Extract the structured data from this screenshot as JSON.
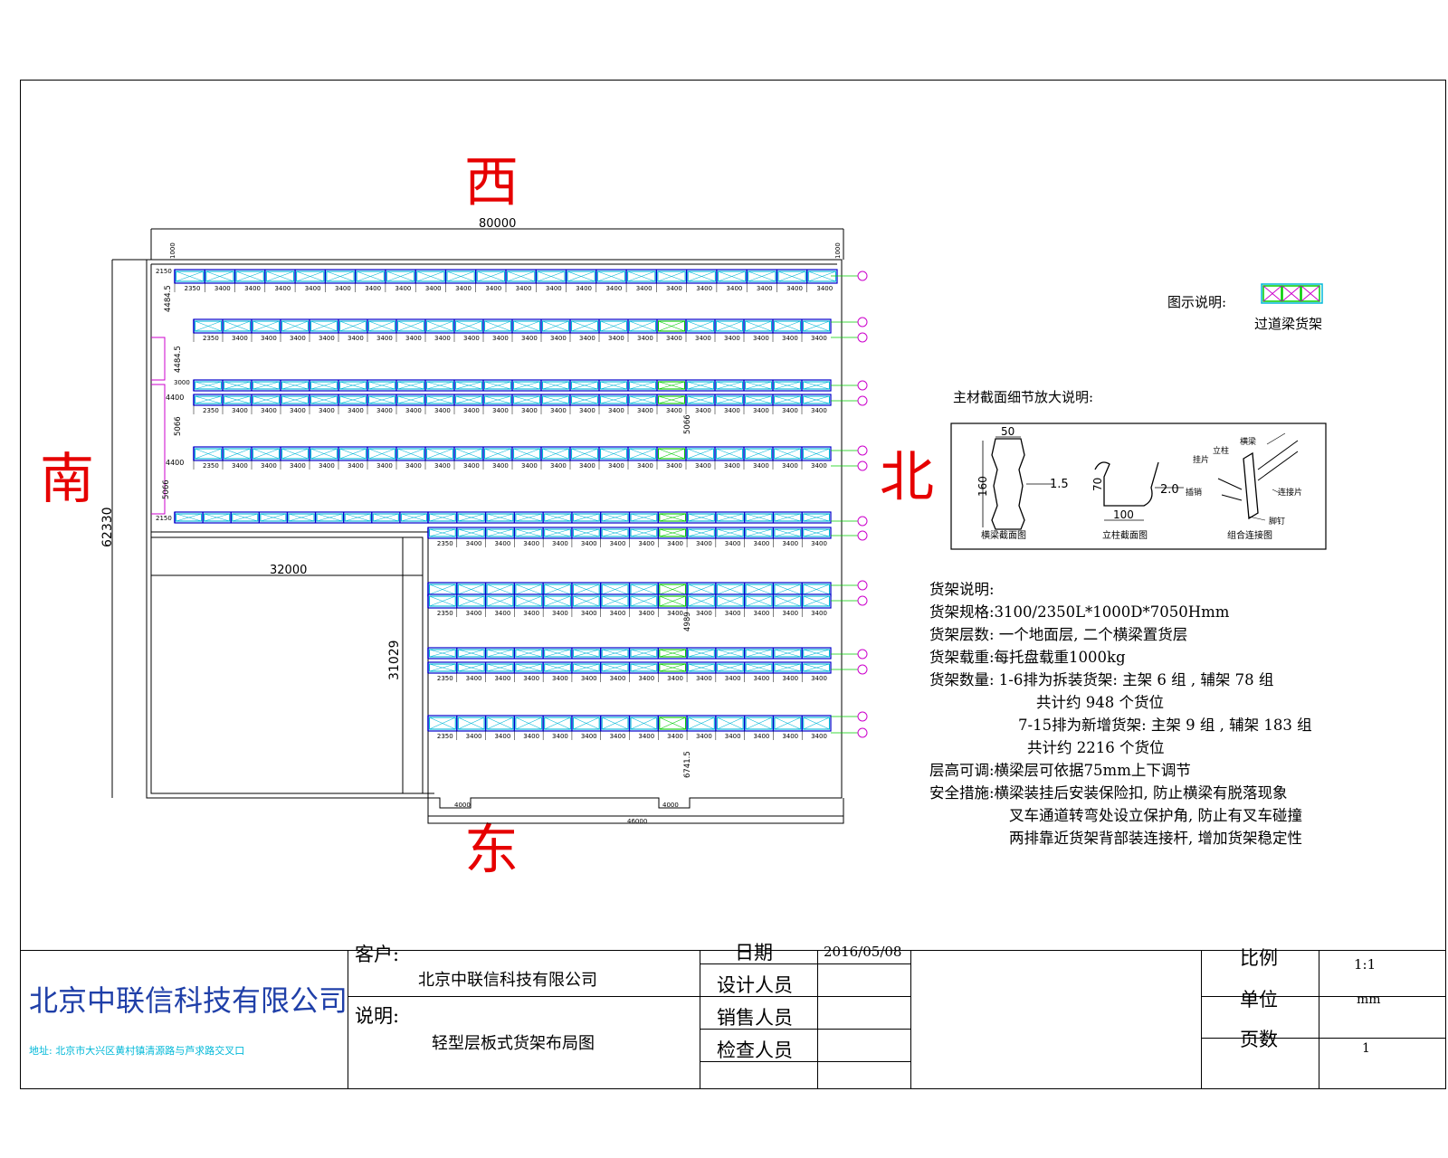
{
  "compass": {
    "west": "西",
    "east": "东",
    "south": "南",
    "north": "北"
  },
  "dimensions": {
    "overall_width": "80000",
    "overall_depth": "62330",
    "east_width": "46000",
    "office_width": "32000",
    "office_depth": "31029",
    "dock_width_1": "4000",
    "dock_width_2": "4000",
    "aisle_1": "4484.5",
    "aisle_2": "4484.5",
    "aisle_3": "5066",
    "aisle_4": "5066",
    "aisle_5": "5066",
    "aisle_6": "4989",
    "aisle_7": "6741.5",
    "gap_1": "4400",
    "gap_2": "4400",
    "row_depth_1": "2150",
    "row_depth_2": "2150",
    "row_depth_3": "3000",
    "edge_1": "1000",
    "edge_2": "1000",
    "bay_long": "3400",
    "bay_short": "2350"
  },
  "legend": {
    "title": "图示说明:",
    "label": "过道梁货架"
  },
  "detail": {
    "title": "主材截面细节放大说明:",
    "col_w": "50",
    "col_h": "160",
    "col_t": "1.5",
    "beam_h": "70",
    "beam_w": "100",
    "beam_t": "2.0",
    "cap1": "横梁截面图",
    "cap2": "立柱截面图",
    "cap3": "组合连接图",
    "p1": "立柱",
    "p2": "横梁",
    "p3": "挂片",
    "p4": "插销",
    "p5": "连接片",
    "p6": "脚钉"
  },
  "notes": {
    "l1": "货架说明:",
    "l2": "货架规格:3100/2350L*1000D*7050Hmm",
    "l3": "货架层数: 一个地面层, 二个横梁置货层",
    "l4": "货架载重:每托盘载重1000kg",
    "l5": "货架数量: 1-6排为拆装货架:  主架 6 组 , 辅架 78 组",
    "l6": "共计约 948 个货位",
    "l7": "7-15排为新增货架:  主架 9 组 , 辅架 183 组",
    "l8": "共计约 2216 个货位",
    "l9": "层高可调:横梁层可依据75mm上下调节",
    "l10": "安全措施:横梁装挂后安装保险扣, 防止横梁有脱落现象",
    "l11": "叉车通道转弯处设立保护角, 防止有叉车碰撞",
    "l12": "两排靠近货架背部装连接杆, 增加货架稳定性"
  },
  "titleblock": {
    "company": "北京中联信科技有限公司",
    "address": "地址: 北京市大兴区黄村镇清源路与芦求路交叉口",
    "client_label": "客户:",
    "client_value": "北京中联信科技有限公司",
    "desc_label": "说明:",
    "desc_value": "轻型层板式货架布局图",
    "date_label": "日期",
    "date_value": "2016/05/08",
    "designer_label": "设计人员",
    "sales_label": "销售人员",
    "checker_label": "检查人员",
    "scale_label": "比例",
    "scale_value": "1:1",
    "unit_label": "单位",
    "unit_value": "mm",
    "pages_label": "页数",
    "pages_value": "1"
  },
  "colors": {
    "rack": "#00b8d8",
    "beam": "#0000cc",
    "pass_rack": "#00cc00",
    "outline": "#000000",
    "compass": "#e60000",
    "bubble": "#cc00cc"
  }
}
